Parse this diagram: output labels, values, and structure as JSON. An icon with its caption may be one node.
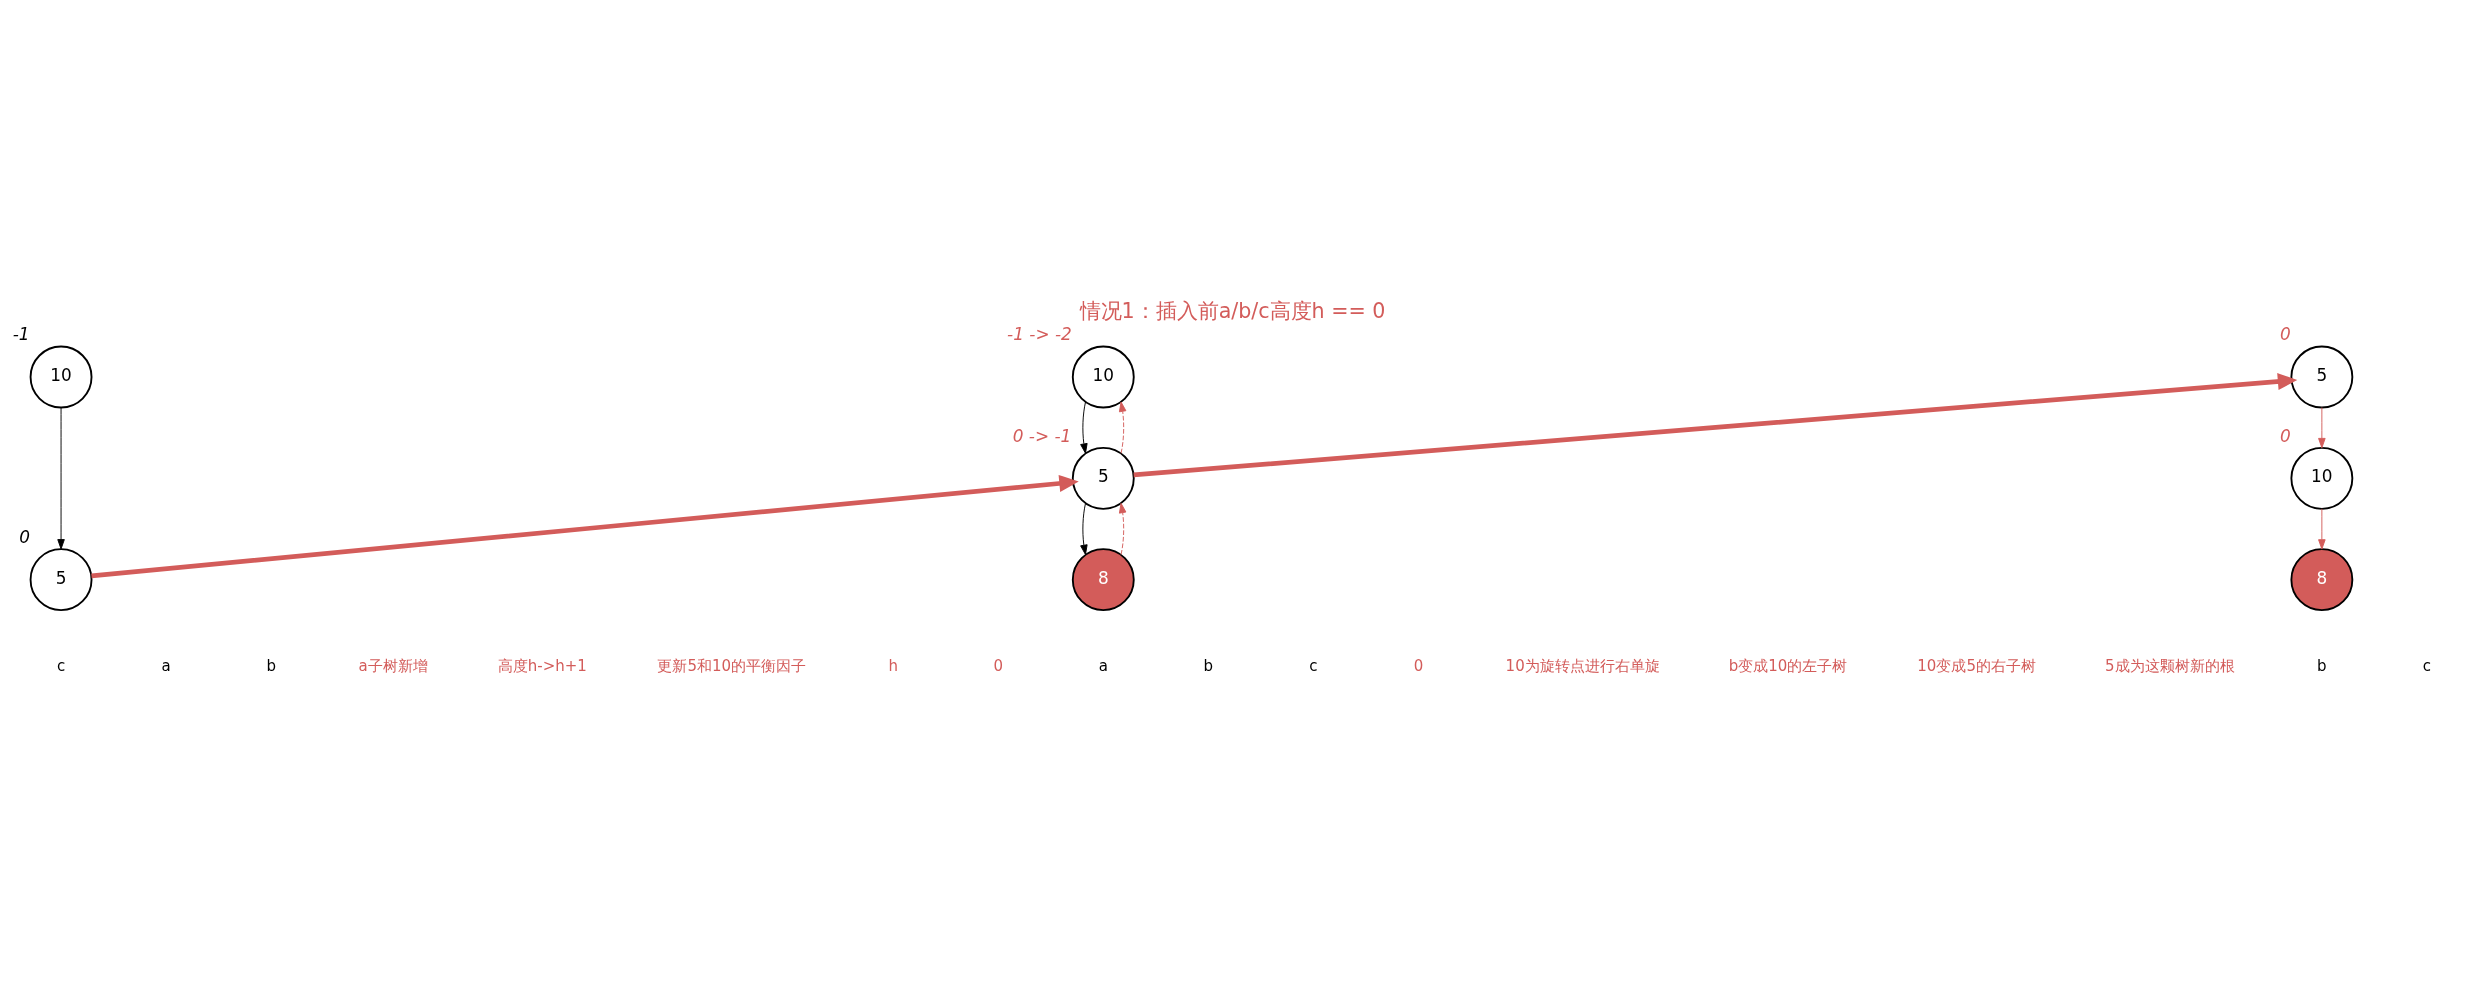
{
  "diagram": {
    "title": "情况1：插入前a/b/c高度h == 0",
    "nodes": [
      {
        "text": [
          "10"
        ],
        "beside": [
          "-1"
        ]
      },
      {
        "text": [
          "5"
        ],
        "beside": [
          "0"
        ]
      },
      {
        "text": [
          "10"
        ],
        "beside": [
          "-1 -> -2"
        ]
      },
      {
        "text": [
          "5"
        ],
        "beside": [
          "0 -> -1"
        ]
      },
      {
        "text": [
          "8"
        ]
      },
      {
        "text": [
          "5"
        ],
        "beside": [
          "0"
        ]
      },
      {
        "text": [
          "10"
        ],
        "beside": [
          "0"
        ]
      },
      {
        "text": [
          "8"
        ]
      }
    ],
    "edges": [
      {
        "from": 0,
        "to": 1,
        "arrow": "to",
        "color": "#000000"
      },
      {
        "from": 2,
        "to": 3,
        "arrow": "to",
        "color": "#000000"
      },
      {
        "from": 3,
        "to": 4,
        "arrow": "to",
        "color": "#000000"
      },
      {
        "from": 4,
        "to": 3,
        "arrow": "to",
        "style": "dashed",
        "color": "#d35c5a"
      },
      {
        "from": 3,
        "to": 2,
        "arrow": "to",
        "style": "dashed",
        "color": "#d35c5a"
      },
      {
        "from": 5,
        "to": 6,
        "arrow": "to",
        "color": "#d35c5a"
      },
      {
        "from": 6,
        "to": 7,
        "arrow": "to",
        "color": "#d35c5a"
      },
      {
        "from": 1,
        "to": 3,
        "arrow": "to",
        "style": "thick",
        "color": "#d35c5a"
      },
      {
        "from": 3,
        "to": 5,
        "arrow": "to",
        "style": "thick",
        "color": "#d35c5a"
      }
    ],
    "labels": [
      "c",
      "a",
      "b",
      "a子树新增",
      "高度h->h+1",
      "更新5和10的平衡因子",
      "h",
      "0",
      "a",
      "b",
      "c",
      "0",
      "10为旋转点进行右单旋",
      "b变成10的左子树",
      "10变成5的右子树",
      "5成为这颗树新的根",
      "b",
      "c"
    ]
  }
}
